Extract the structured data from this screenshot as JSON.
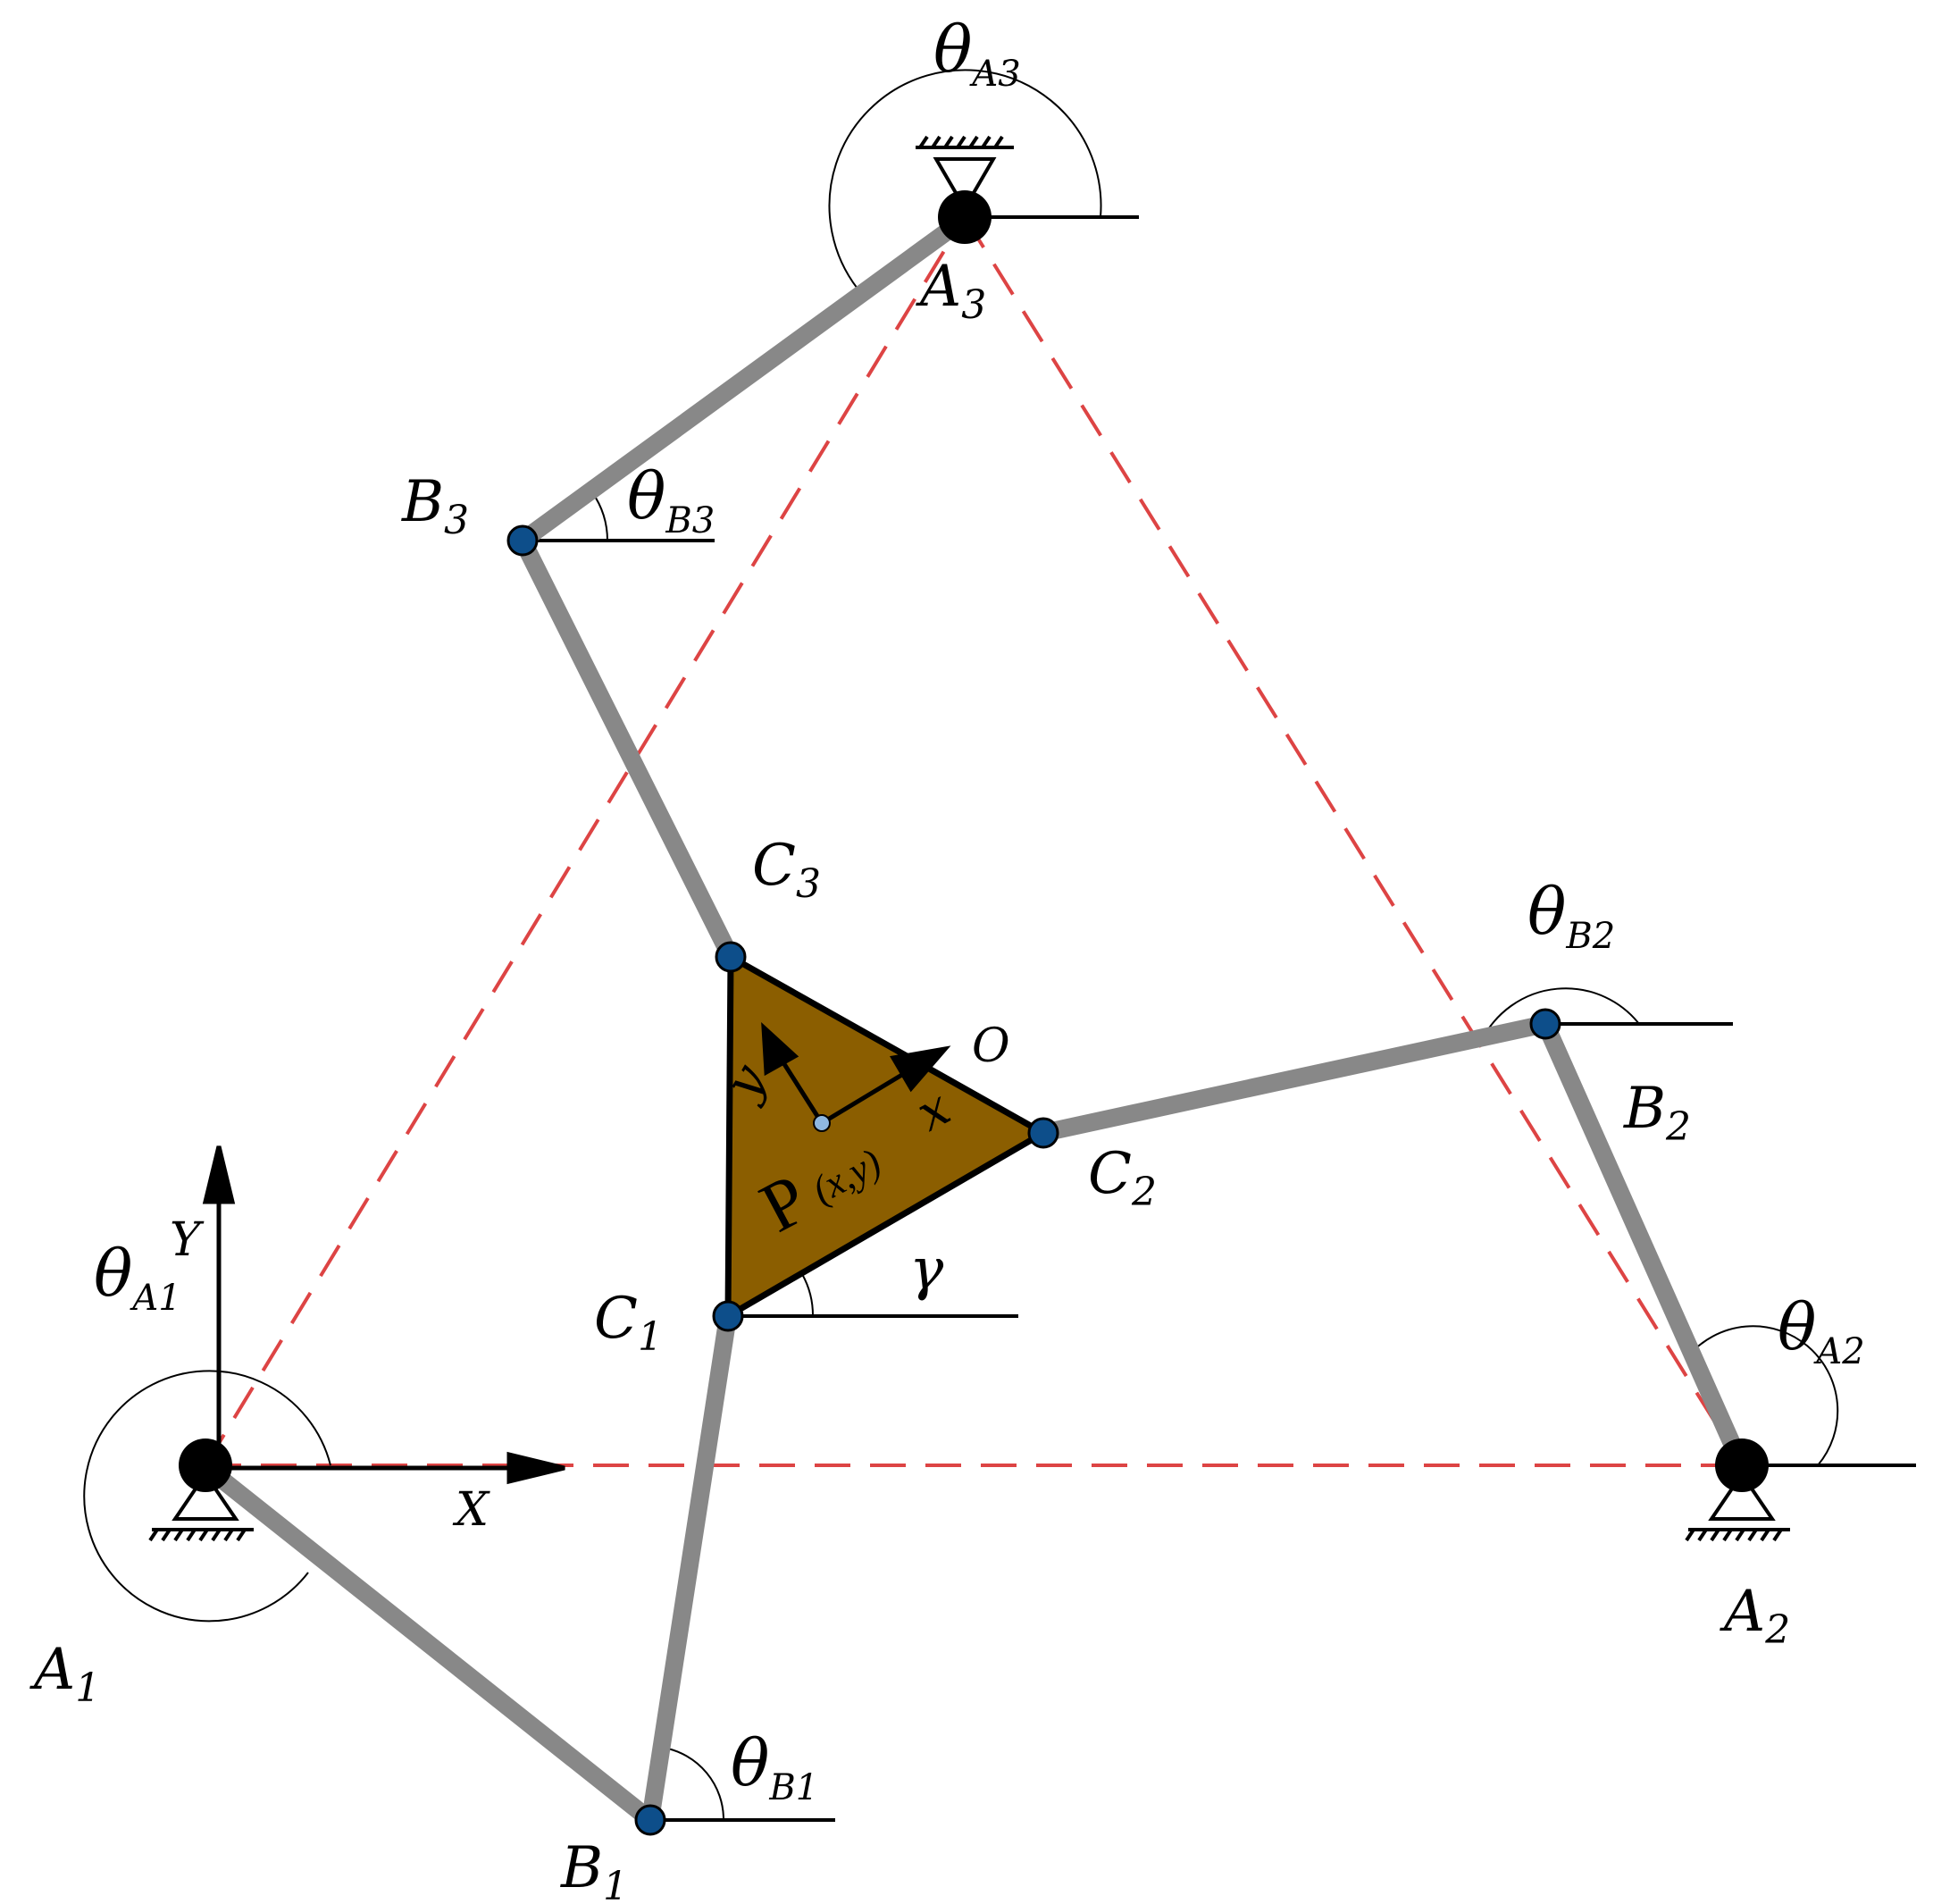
{
  "colors": {
    "link": "#888888",
    "platform": "#8b5e00",
    "dashed": "#dd4444",
    "joint": "#0d4e8a",
    "ink": "#000000"
  },
  "labels": {
    "A1": {
      "base": "A",
      "sub": "1"
    },
    "A2": {
      "base": "A",
      "sub": "2"
    },
    "A3": {
      "base": "A",
      "sub": "3"
    },
    "B1": {
      "base": "B",
      "sub": "1"
    },
    "B2": {
      "base": "B",
      "sub": "2"
    },
    "B3": {
      "base": "B",
      "sub": "3"
    },
    "C1": {
      "base": "C",
      "sub": "1"
    },
    "C2": {
      "base": "C",
      "sub": "2"
    },
    "C3": {
      "base": "C",
      "sub": "3"
    },
    "O": "O",
    "X": "X",
    "Y": "Y",
    "x": "x",
    "y": "y",
    "P": "P",
    "Pxy": "(x,y)",
    "gamma": "γ",
    "thetaA1": {
      "base": "θ",
      "sub": "A1"
    },
    "thetaA2": {
      "base": "θ",
      "sub": "A2"
    },
    "thetaA3": {
      "base": "θ",
      "sub": "A3"
    },
    "thetaB1": {
      "base": "θ",
      "sub": "B1"
    },
    "thetaB2": {
      "base": "θ",
      "sub": "B2"
    },
    "thetaB3": {
      "base": "θ",
      "sub": "B3"
    }
  }
}
